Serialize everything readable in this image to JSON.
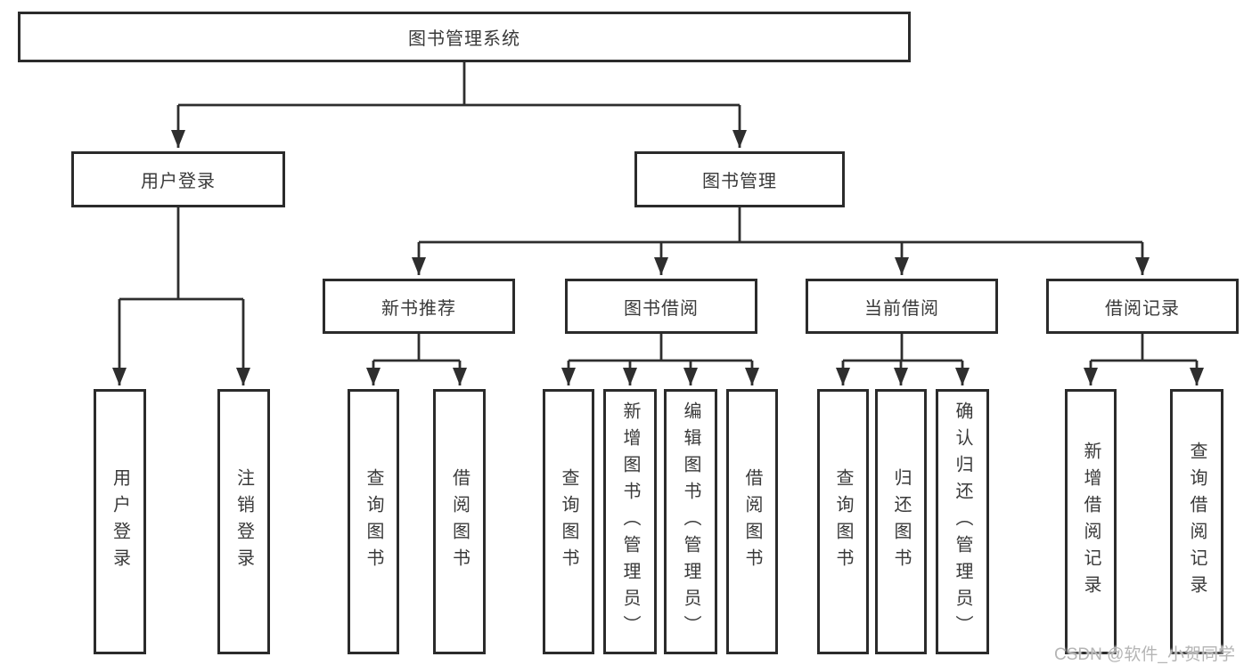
{
  "colors": {
    "background": "#ffffff",
    "box_border": "#2b2b2b",
    "line": "#2e2e2e",
    "text": "#3a3a3a",
    "watermark": "#b5b5b5"
  },
  "watermark": {
    "text": "CSDN @软件_小贺同学"
  },
  "tree": {
    "root": {
      "label": "图书管理系统",
      "children": [
        {
          "label": "用户登录",
          "children": [
            {
              "label": "用户登录"
            },
            {
              "label": "注销登录"
            }
          ]
        },
        {
          "label": "图书管理",
          "children": [
            {
              "label": "新书推荐",
              "children": [
                {
                  "label": "查询图书"
                },
                {
                  "label": "借阅图书"
                }
              ]
            },
            {
              "label": "图书借阅",
              "children": [
                {
                  "label": "查询图书"
                },
                {
                  "label": "新增图书（管理员）"
                },
                {
                  "label": "编辑图书（管理员）"
                },
                {
                  "label": "借阅图书"
                }
              ]
            },
            {
              "label": "当前借阅",
              "children": [
                {
                  "label": "查询图书"
                },
                {
                  "label": "归还图书"
                },
                {
                  "label": "确认归还（管理员）"
                }
              ]
            },
            {
              "label": "借阅记录",
              "children": [
                {
                  "label": "新增借阅记录"
                },
                {
                  "label": "查询借阅记录"
                }
              ]
            }
          ]
        }
      ]
    }
  }
}
